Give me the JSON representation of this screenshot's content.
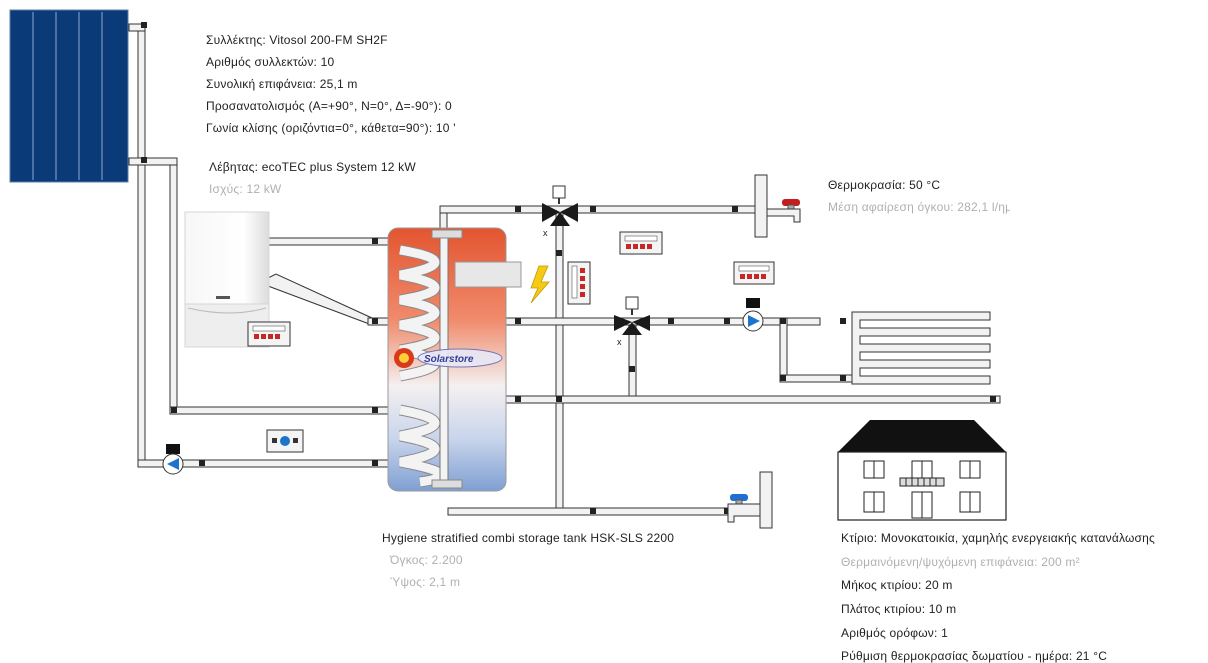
{
  "colors": {
    "pipe_fill": "#f2f2f2",
    "pipe_stroke": "#333333",
    "tank_hot": "#e8542e",
    "tank_cold": "#8fa9d6",
    "collector_blue": "#0b3a78",
    "pump_blue": "#1d74c9",
    "valve_black": "#1a1a1a",
    "hot_tap_red": "#c21e1e",
    "cold_tap_blue": "#1e6fd1",
    "lightning_yellow": "#f6c915",
    "house_roof": "#111111"
  },
  "icons": [
    "solar-collector-icon",
    "boiler-icon",
    "tank-icon",
    "pump-icon",
    "mixing-valve-icon",
    "controller-icon",
    "tap-icon",
    "lightning-icon",
    "house-icon",
    "floor-heating-icon"
  ],
  "collector": {
    "name": "Συλλέκτης: Vitosol 200-FM  SH2F",
    "count": "Αριθμός συλλεκτών: 10",
    "area": "Συνολική επιφάνεια: 25,1 m",
    "orientation": "Προσανατολισμός  (Α=+90°, Ν=0°, Δ=-90°): 0",
    "tilt": "Γωνία κλίσης (οριζόντια=0°,  κάθετα=90°): 10 '"
  },
  "boiler": {
    "name": "Λέβητας: ecoTEC plus System 12 kW",
    "power": "Ισχύς: 12 kW"
  },
  "tank": {
    "name": "Hygiene stratified combi storage tank HSK-SLS 2200",
    "volume": "Όγκος: 2.200",
    "height": "Ύψος: 2,1 m",
    "brand": "Solarstore"
  },
  "hot_water": {
    "temperature": "Θερμοκρασία: 50 °C",
    "draw": "Μέση αφαίρεση όγκου: 282,1 l/ημέρα"
  },
  "building": {
    "type": "Κτίριο: Μονοκατοικία, χαμηλής ενεργειακής κατανάλωσης",
    "area": "Θερμαινόμενη/ψυχόμενη επιφάνεια: 200 m²",
    "length": "Μήκος κτιρίου: 20 m",
    "width": "Πλάτος κτιρίου: 10 m",
    "floors": "Αριθμός ορόφων: 1",
    "room_temp": "Ρύθμιση θερμοκρασίας δωματίου - ημέρα: 21 °C"
  }
}
